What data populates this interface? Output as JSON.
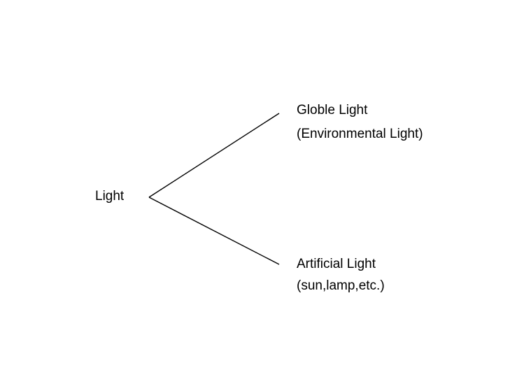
{
  "diagram": {
    "root": {
      "label": "Light"
    },
    "branches": [
      {
        "title": "Globle Light",
        "subtitle": "(Environmental Light)"
      },
      {
        "title": "Artificial Light",
        "subtitle": "(sun,lamp,etc.)"
      }
    ],
    "colors": {
      "line": "#000000",
      "text": "#000000",
      "background": "#ffffff"
    }
  }
}
